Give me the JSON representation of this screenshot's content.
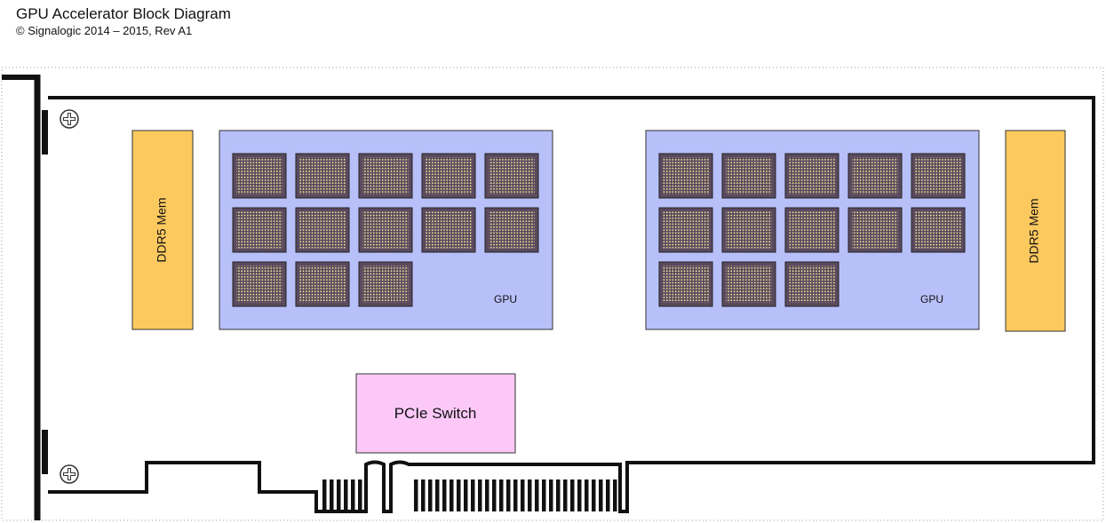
{
  "header": {
    "title": "GPU Accelerator Block Diagram",
    "subtitle": "© Signalogic 2014 – 2015, Rev A1"
  },
  "blocks": {
    "gpu_left": {
      "label": "GPU",
      "tiles": 13
    },
    "gpu_right": {
      "label": "GPU",
      "tiles": 13
    },
    "mem_left": {
      "label": "DDR5 Mem"
    },
    "mem_right": {
      "label": "DDR5 Mem"
    },
    "pcie_switch": {
      "label": "PCIe Switch"
    }
  },
  "colors": {
    "gpu_fill": "#b8c0fa",
    "mem_fill": "#fcc95f",
    "pcie_fill": "#fbc8f8",
    "tile_dark": "#5a4a5e",
    "tile_dot": "#fff3a0",
    "board_outline": "#111111"
  }
}
